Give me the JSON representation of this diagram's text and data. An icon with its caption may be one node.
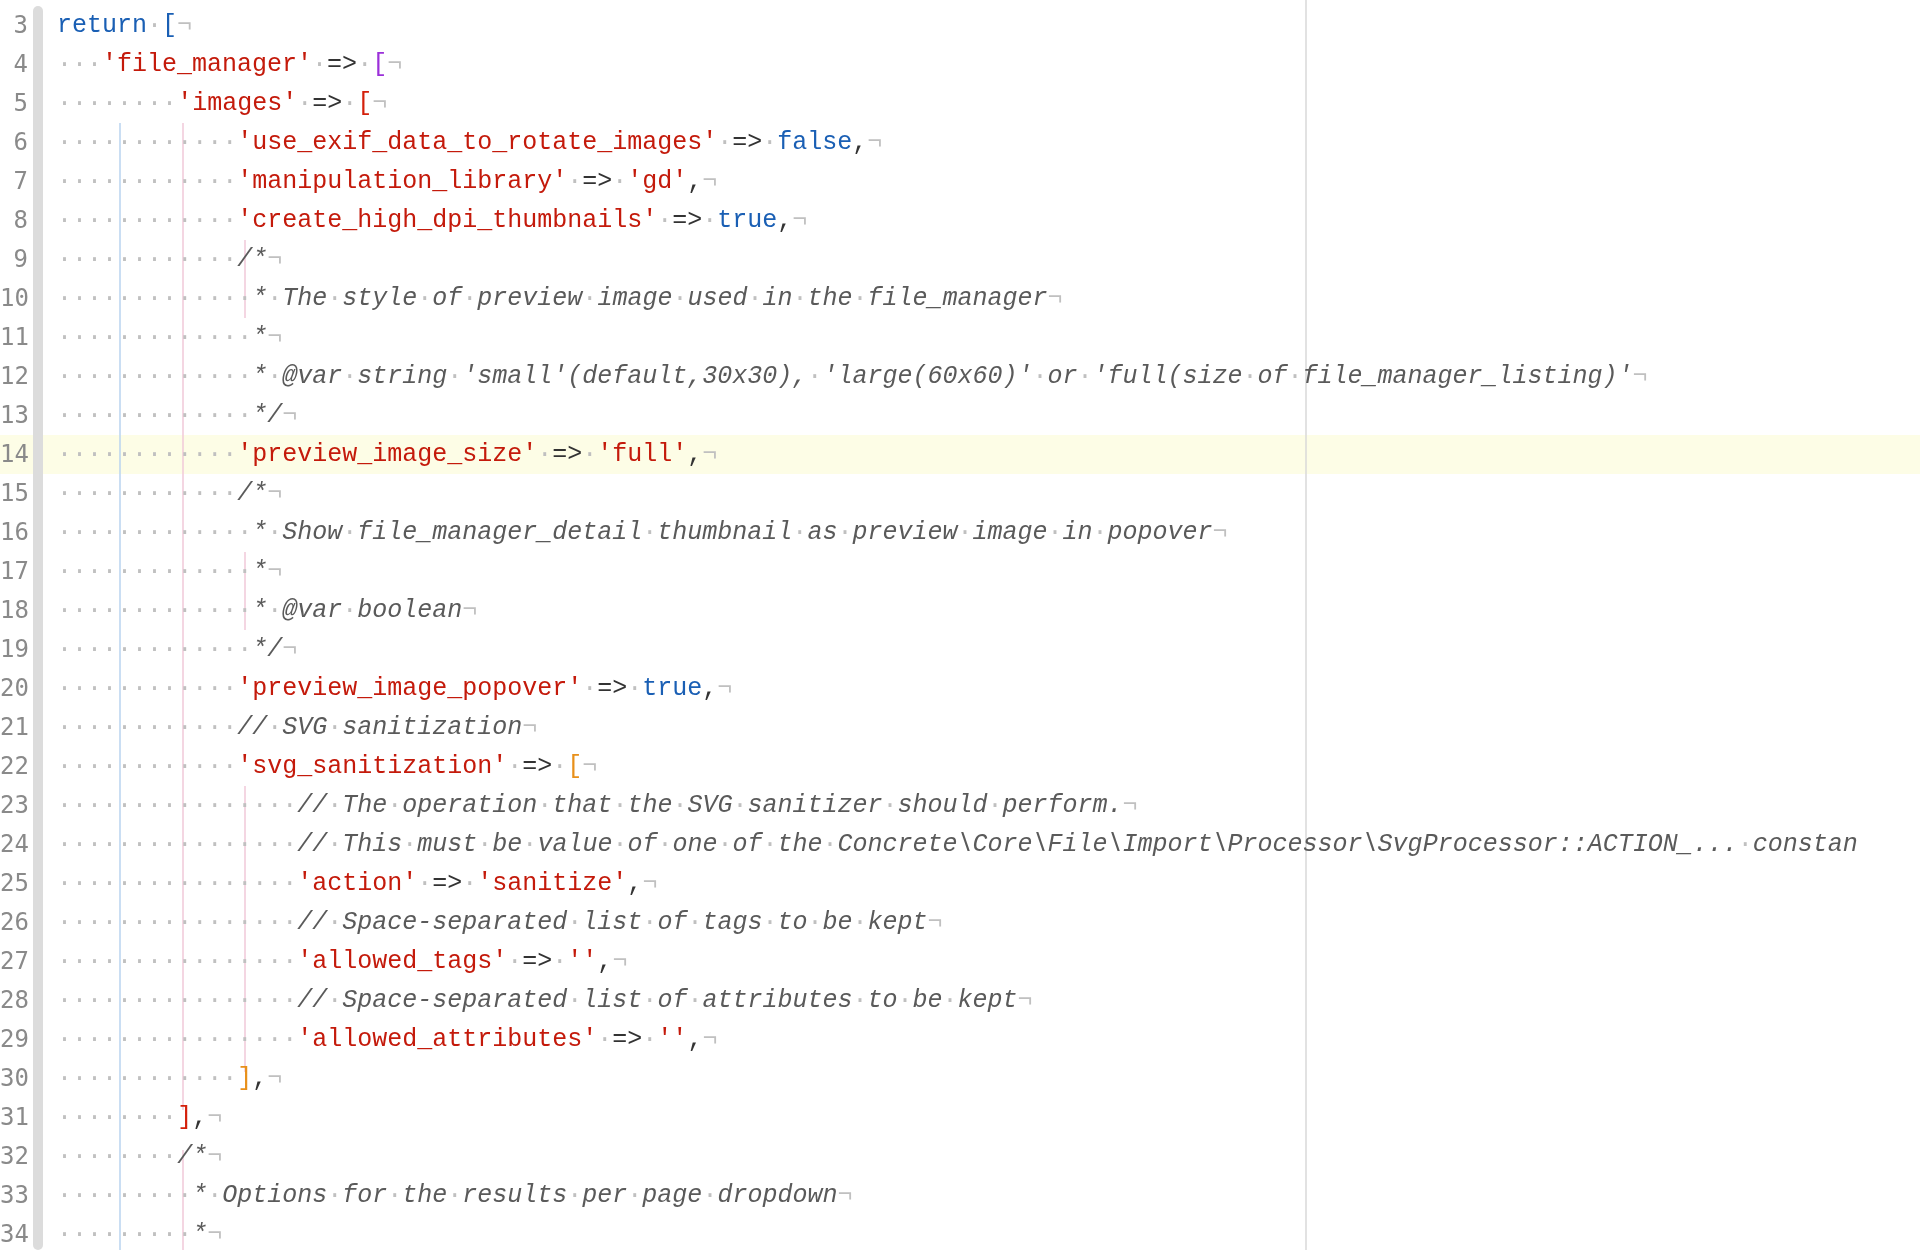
{
  "diagram": {
    "labels": [
      "3",
      "return·[¬",
      "4",
      "···'file_manager'·=>·[¬",
      "5",
      "········'images'·=>·[¬",
      "6",
      "············'use_exif_data_to_rotate_images'·=>·false,¬",
      "7",
      "············'manipulation_library'·=>·'gd',¬",
      "8",
      "············'create_high_dpi_thumbnails'·=>·true,¬",
      "9",
      "············/*¬",
      "10",
      "·············*·The·style·of·preview·image·used·in·the·file_manager¬",
      "11",
      "·············*¬",
      "12",
      "·············*·@var·string·'small'(default,30x30),·'large(60x60)'·or·'full(size·of·file_manager_listing)'¬",
      "13",
      "·············*/¬",
      "14",
      "············'preview_image_size'·=>·'full',¬",
      "15",
      "············/*¬",
      "16",
      "·············*·Show·file_manager_detail·thumbnail·as·preview·image·in·popover¬",
      "17",
      "·············*¬",
      "18",
      "·············*·@var·boolean¬",
      "19",
      "·············*/¬",
      "20",
      "············'preview_image_popover'·=>·true,¬",
      "21",
      "············//·SVG·sanitization¬",
      "22",
      "············'svg_sanitization'·=>·[¬",
      "23",
      "················//·The·operation·that·the·SVG·sanitizer·should·perform.¬",
      "24",
      "················//·This·must·be·value·of·one·of·the·Concrete\\Core\\File\\Import\\Processor\\SvgProcessor::ACTION_...·constan",
      "25",
      "················'action'·=>·'sanitize',¬",
      "26",
      "················//·Space-separated·list·of·tags·to·be·kept¬",
      "27",
      "················'allowed_tags'·=>·'',¬",
      "28",
      "················//·Space-separated·list·of·attributes·to·be·kept¬",
      "29",
      "················'allowed_attributes'·=>·'',¬",
      "30",
      "············],¬",
      "31",
      "········],¬",
      "32",
      "········/*¬",
      "33",
      "·········*·Options·for·the·results·per·page·dropdown¬",
      "34",
      "·········*¬"
    ]
  }
}
